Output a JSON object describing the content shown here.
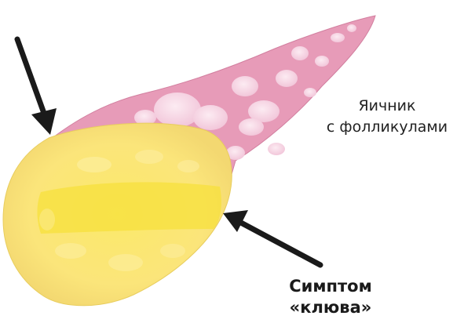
{
  "labels": {
    "ovary": {
      "line1": "Яичник",
      "line2": "с фолликулами"
    },
    "sign": {
      "line1": "Симптом",
      "line2": "«клюва»"
    }
  },
  "colors": {
    "ovary_tissue": "#e79bb8",
    "follicle": "#f7d9e6",
    "cyst": "#fbe36f",
    "cyst_core": "#f7e03c",
    "arrow": "#1a1a1a"
  },
  "icons": {
    "arrow_top": "arrow-down-right-icon",
    "arrow_bottom": "arrow-up-left-icon"
  }
}
